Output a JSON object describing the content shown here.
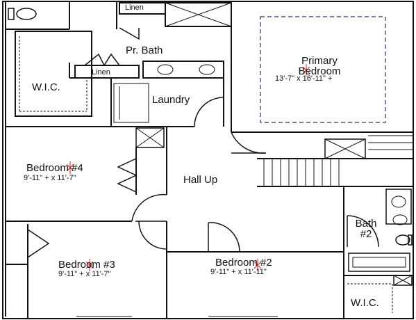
{
  "rooms": {
    "primary_bedroom": {
      "name_line1": "Primary",
      "name_line2": "Bedroom",
      "dims": "13'-7\" x 16'-11\" +"
    },
    "pr_bath": {
      "name": "Pr. Bath"
    },
    "wic_left": {
      "name": "W.I.C."
    },
    "laundry": {
      "name": "Laundry"
    },
    "linen_top": {
      "name": "Linen"
    },
    "linen_lower": {
      "name": "Linen"
    },
    "bedroom_4": {
      "name": "Bedroom #4",
      "dims": "9'-11\" + x 11'-7\""
    },
    "hall_up": {
      "name": "Hall Up"
    },
    "bedroom_3": {
      "name": "Bedroom #3",
      "dims": "9'-11\" + x 11'-7\""
    },
    "bedroom_2": {
      "name": "Bedroom #2",
      "dims": "9'-11\" + x 11'-11\""
    },
    "bath_2": {
      "name_line1": "Bath",
      "name_line2": "#2"
    },
    "wic_right": {
      "name": "W.I.C."
    }
  },
  "colors": {
    "wall": "#111111",
    "ceiling_outline": "#2b2b7a",
    "marker": "#cc2222",
    "fixture": "#555555"
  }
}
